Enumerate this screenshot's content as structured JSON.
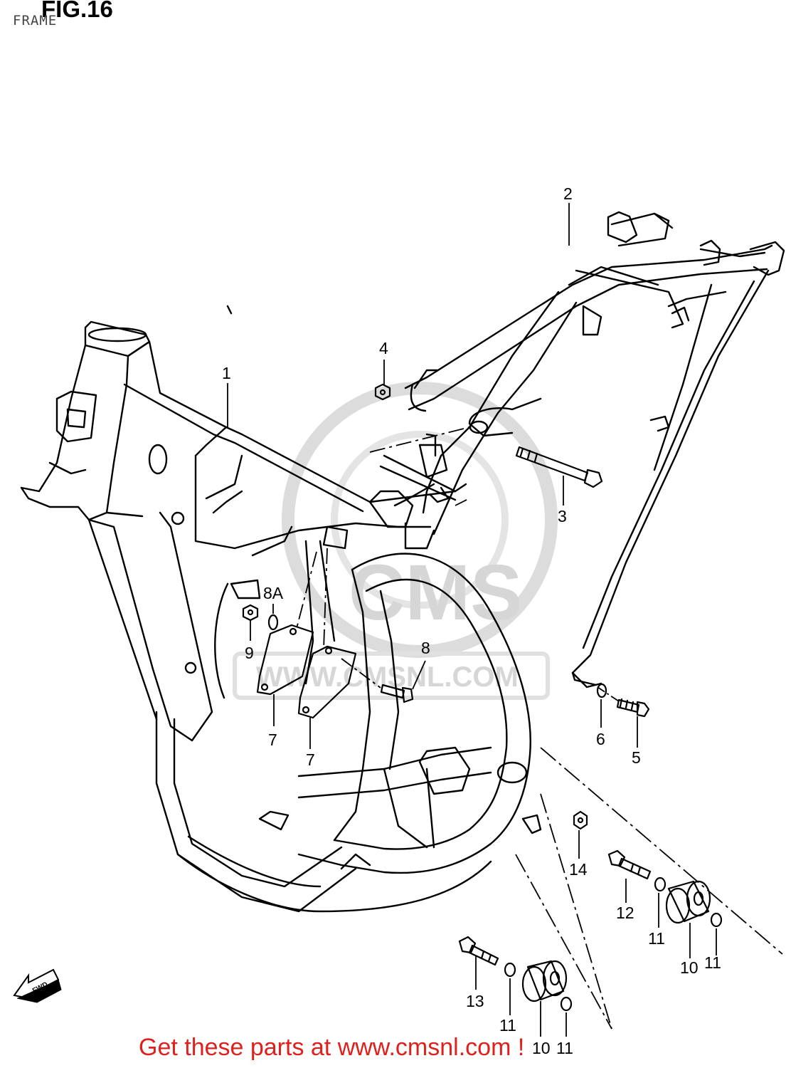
{
  "figure": {
    "title": "FIG.16",
    "subtitle": "FRAME"
  },
  "watermark": {
    "brand": "CMS",
    "url": "WWW.CMSNL.COM"
  },
  "fwd_label": "FWD",
  "callouts": {
    "c1": "1",
    "c2": "2",
    "c3": "3",
    "c4": "4",
    "c5": "5",
    "c6": "6",
    "c7a": "7",
    "c7b": "7",
    "c8": "8",
    "c8a": "8A",
    "c9": "9",
    "c10a": "10",
    "c10b": "10",
    "c11a": "11",
    "c11b": "11",
    "c11c": "11",
    "c11d": "11",
    "c12": "12",
    "c13": "13",
    "c14": "14"
  },
  "promo_text": "Get these parts at www.cmsnl.com !",
  "colors": {
    "line": "#000000",
    "watermark": "#d6d6d6",
    "promo": "#e0201c"
  }
}
